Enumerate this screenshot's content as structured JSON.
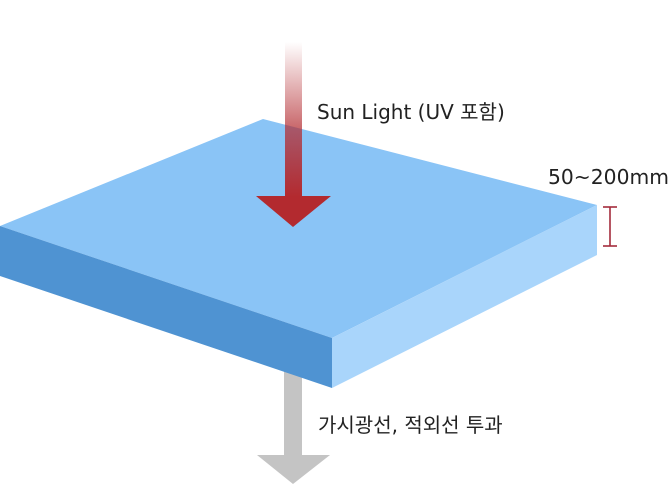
{
  "labels": {
    "incoming": "Sun Light (UV 포함)",
    "thickness": "50~200mm",
    "transmitted": "가시광선, 적외선 투과"
  },
  "colors": {
    "panel_top": "#8AC4F6",
    "panel_front_left": "#4F93D2",
    "panel_front_right": "#A9D5FB",
    "incoming_arrow": "#B32A2F",
    "transmitted_arrow": "#C4C4C4",
    "thickness_marker": "#A42C3C"
  }
}
